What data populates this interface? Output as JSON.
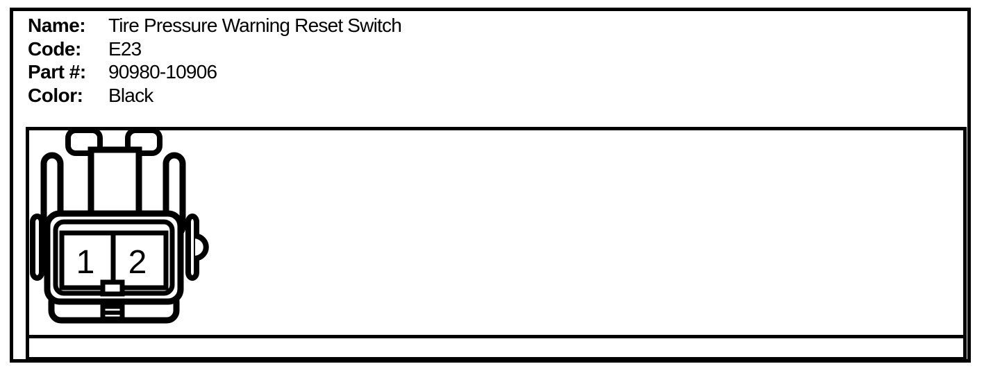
{
  "title_block": {
    "fields": [
      {
        "label": "Name:",
        "value": "Tire Pressure Warning Reset Switch"
      },
      {
        "label": "Code:",
        "value": "E23"
      },
      {
        "label": "Part #:",
        "value": "90980-10906"
      },
      {
        "label": "Color:",
        "value": "Black"
      }
    ]
  },
  "diagram": {
    "type": "connector-pinout-front-view",
    "pin_count": 2,
    "pins": [
      {
        "number": "1"
      },
      {
        "number": "2"
      }
    ]
  },
  "colors": {
    "line": "#000000",
    "background": "#ffffff"
  }
}
